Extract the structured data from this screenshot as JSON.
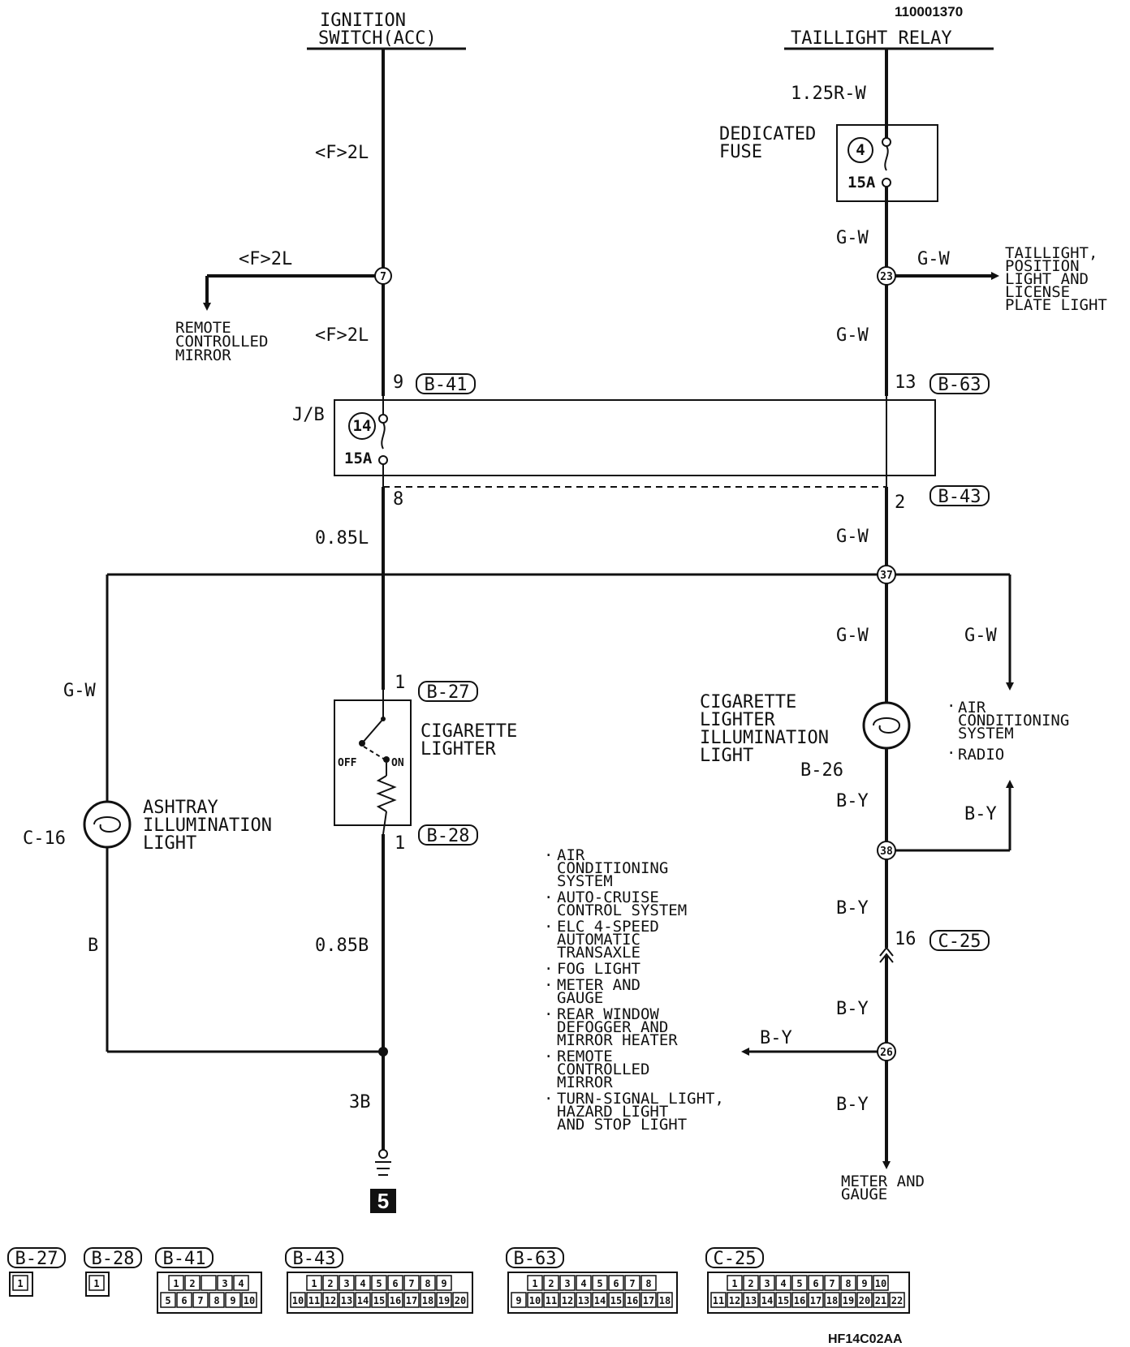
{
  "diagram_id": "110001370",
  "footer_code": "HF14C02AA",
  "sources": {
    "ignition_line1": "IGNITION",
    "ignition_line2": "SWITCH(ACC)",
    "taillight": "TAILLIGHT RELAY"
  },
  "wires": {
    "f2l_top": "<F>2L",
    "f2l_branch": "<F>2L",
    "f2l_mid": "<F>2L",
    "l085": "0.85L",
    "b085": "0.85B",
    "b3": "3B",
    "r125w": "1.25R-W",
    "gw_fuse_out": "G-W",
    "gw_23_branch": "G-W",
    "gw_23_below": "G-W",
    "gw_b43": "G-W",
    "gw_37_below": "G-W",
    "gw_37_right": "G-W",
    "gw_left": "G-W",
    "b_left": "B",
    "by_1": "B-Y",
    "by_38": "B-Y",
    "by_2": "B-Y",
    "by_3": "B-Y",
    "by_26": "B-Y",
    "by_4": "B-Y"
  },
  "splices": {
    "s7": "7",
    "s23": "23",
    "s37": "37",
    "s38": "38",
    "s26": "26"
  },
  "fuses": {
    "dedicated_line1": "DEDICATED",
    "dedicated_line2": "FUSE",
    "dedicated_no": "4",
    "dedicated_amp": "15A",
    "jb_label": "J/B",
    "jb_no": "14",
    "jb_amp": "15A"
  },
  "connectors": {
    "b41": "B-41",
    "b41_pin": "9",
    "b63": "B-63",
    "b63_pin": "13",
    "b43": "B-43",
    "b43_pin_left": "8",
    "b43_pin_right": "2",
    "b27": "B-27",
    "b27_pin": "1",
    "b28": "B-28",
    "b28_pin": "1",
    "c25": "C-25",
    "c25_pin": "16",
    "c16": "C-16",
    "b26": "B-26",
    "ground_no": "5"
  },
  "components": {
    "remote_mirror": [
      "REMOTE",
      "CONTROLLED",
      "MIRROR"
    ],
    "taillight_dest": [
      "TAILLIGHT,",
      "POSITION",
      "LIGHT AND",
      "LICENSE",
      "PLATE LIGHT"
    ],
    "cig_lighter": [
      "CIGARETTE",
      "LIGHTER"
    ],
    "lighter_off": "OFF",
    "lighter_on": "ON",
    "ashtray": [
      "ASHTRAY",
      "ILLUMINATION",
      "LIGHT"
    ],
    "cig_illum": [
      "CIGARETTE",
      "LIGHTER",
      "ILLUMINATION",
      "LIGHT"
    ],
    "ac_radio": [
      "AIR",
      "CONDITIONING",
      "SYSTEM",
      "RADIO"
    ],
    "meter_gauge": [
      "METER AND",
      "GAUGE"
    ]
  },
  "system_list": [
    [
      "AIR",
      "CONDITIONING",
      "SYSTEM"
    ],
    [
      "AUTO-CRUISE",
      "CONTROL SYSTEM"
    ],
    [
      "ELC 4-SPEED",
      "AUTOMATIC",
      "TRANSAXLE"
    ],
    [
      "FOG LIGHT"
    ],
    [
      "METER AND",
      "GAUGE"
    ],
    [
      "REAR WINDOW",
      "DEFOGGER AND",
      "MIRROR HEATER"
    ],
    [
      "REMOTE",
      "CONTROLLED",
      "MIRROR"
    ],
    [
      "TURN-SIGNAL LIGHT,",
      "HAZARD LIGHT",
      "AND STOP LIGHT"
    ]
  ],
  "connector_views": [
    {
      "name": "B-27",
      "rows": [
        [
          "1"
        ]
      ]
    },
    {
      "name": "B-28",
      "rows": [
        [
          "1"
        ]
      ]
    },
    {
      "name": "B-41",
      "rows": [
        [
          "1",
          "2",
          "",
          "3",
          "4"
        ],
        [
          "5",
          "6",
          "7",
          "8",
          "9",
          "10"
        ]
      ]
    },
    {
      "name": "B-43",
      "rows": [
        [
          "1",
          "2",
          "3",
          "4",
          "5",
          "6",
          "7",
          "8",
          "9"
        ],
        [
          "10",
          "11",
          "12",
          "13",
          "14",
          "15",
          "16",
          "17",
          "18",
          "19",
          "20"
        ]
      ]
    },
    {
      "name": "B-63",
      "rows": [
        [
          "1",
          "2",
          "3",
          "4",
          "5",
          "6",
          "7",
          "8"
        ],
        [
          "9",
          "10",
          "11",
          "12",
          "13",
          "14",
          "15",
          "16",
          "17",
          "18"
        ]
      ]
    },
    {
      "name": "C-25",
      "rows": [
        [
          "1",
          "2",
          "3",
          "4",
          "5",
          "6",
          "7",
          "8",
          "9",
          "10"
        ],
        [
          "11",
          "12",
          "13",
          "14",
          "15",
          "16",
          "17",
          "18",
          "19",
          "20",
          "21",
          "22"
        ]
      ]
    }
  ]
}
